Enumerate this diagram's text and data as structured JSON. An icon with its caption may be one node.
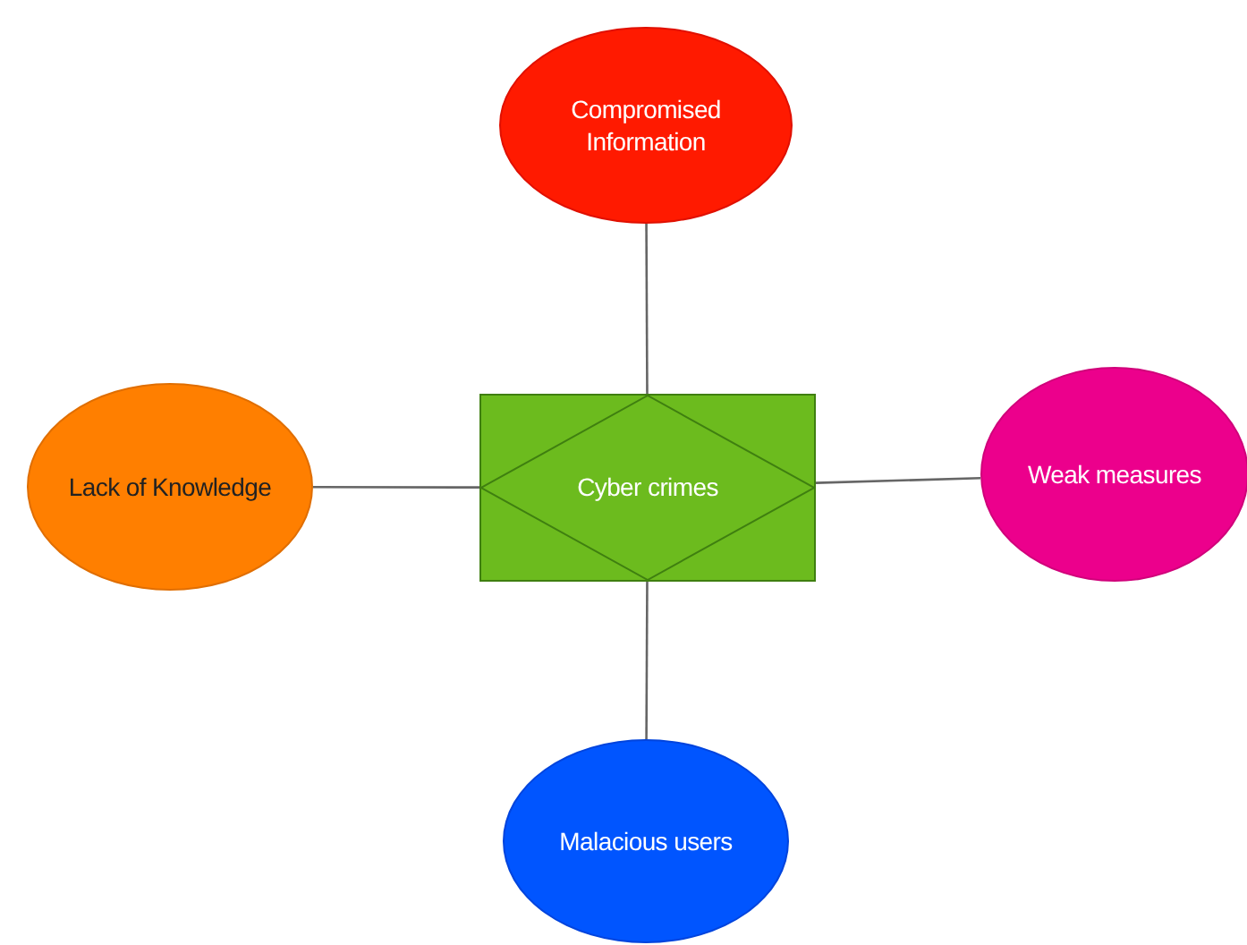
{
  "diagram": {
    "nodes": [
      {
        "text": [
          "Compromised Information"
        ]
      },
      {
        "text": [
          "Lack of Knowledge"
        ]
      },
      {
        "text": [
          "Cyber crimes"
        ]
      },
      {
        "text": [
          "Weak measures"
        ]
      },
      {
        "text": [
          "Malacious users"
        ]
      }
    ],
    "edges": [
      {
        "from": 2,
        "to": 0,
        "arrow": "none"
      },
      {
        "from": 2,
        "to": 1,
        "arrow": "none"
      },
      {
        "from": 2,
        "to": 3,
        "arrow": "none"
      },
      {
        "from": 2,
        "to": 4,
        "arrow": "none"
      }
    ]
  }
}
